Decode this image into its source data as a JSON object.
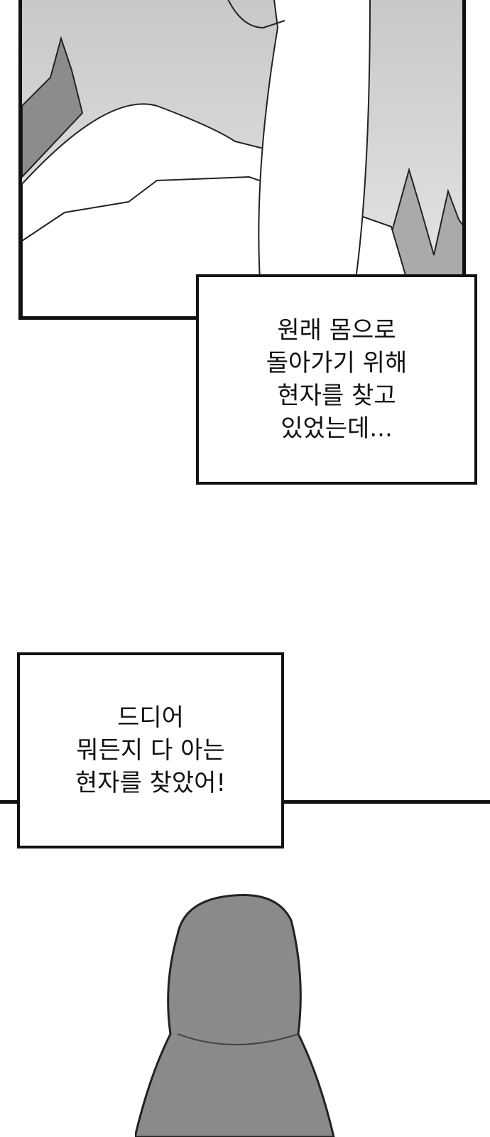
{
  "caption1": {
    "lines": [
      "원래 몸으로",
      "돌아가기 위해",
      "현자를 찾고",
      "있었는데..."
    ]
  },
  "caption2": {
    "lines": [
      "드디어",
      "뭐든지 다 아는",
      "현자를 찾았어!"
    ]
  },
  "colors": {
    "ink": "#111111",
    "sky": "#d0d0d0",
    "mountain": "#8c8c8c",
    "cloak": "#8a8a8a"
  }
}
